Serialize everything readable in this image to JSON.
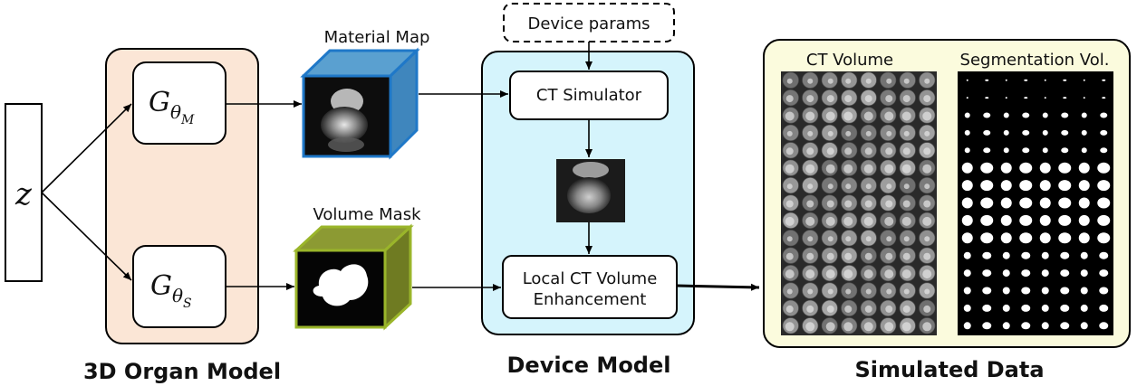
{
  "latent": {
    "symbol": "z"
  },
  "organ_model": {
    "title": "3D Organ Model",
    "gen_material": {
      "main": "G",
      "sub": "θ",
      "subsub": "M"
    },
    "gen_shape": {
      "main": "G",
      "sub": "θ",
      "subsub": "S"
    }
  },
  "volumes": {
    "material_map": "Material Map",
    "volume_mask": "Volume Mask"
  },
  "device_model": {
    "title": "Device Model",
    "params": "Device params",
    "ct_simulator": "CT Simulator",
    "enhancement_line1": "Local CT Volume",
    "enhancement_line2": "Enhancement"
  },
  "simulated_data": {
    "title": "Simulated Data",
    "ct_volume": "CT Volume",
    "segmentation": "Segmentation Vol."
  }
}
